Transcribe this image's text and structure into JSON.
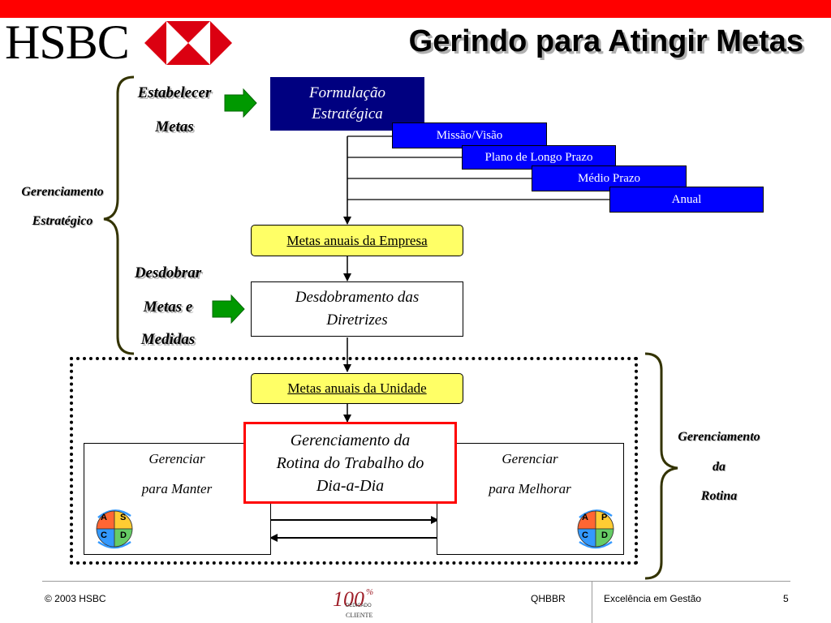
{
  "header": {
    "logo_text": "HSBC",
    "title": "Gerindo para Atingir Metas"
  },
  "left_labels": {
    "estabelecer_line1": "Estabelecer",
    "estabelecer_line2": "Metas",
    "gerenciamento_line1": "Gerenciamento",
    "gerenciamento_line2": "Estratégico",
    "desdobrar_line1": "Desdobrar",
    "desdobrar_line2": "Metas e",
    "desdobrar_line3": "Medidas"
  },
  "right_labels": {
    "line1": "Gerenciamento",
    "line2": "da",
    "line3": "Rotina"
  },
  "boxes": {
    "formulacao_line1": "Formulação",
    "formulacao_line2": "Estratégica",
    "missao": "Missão/Visão",
    "plano": "Plano de Longo Prazo",
    "medio": "Médio Prazo",
    "anual": "Anual",
    "metas_empresa": "Metas anuais da Empresa",
    "desdobramento_line1": "Desdobramento das",
    "desdobramento_line2": "Diretrizes",
    "metas_unidade": "Metas anuais da Unidade",
    "rotina_line1": "Gerenciamento da",
    "rotina_line2": "Rotina do Trabalho do",
    "rotina_line3": "Dia-a-Dia",
    "manter_line1": "Gerenciar",
    "manter_line2": "para Manter",
    "melhorar_line1": "Gerenciar",
    "melhorar_line2": "para Melhorar"
  },
  "cycle_left": {
    "tl": "A",
    "tr": "S",
    "bl": "C",
    "br": "D"
  },
  "cycle_right": {
    "tl": "A",
    "tr": "P",
    "bl": "C",
    "br": "D"
  },
  "footer": {
    "copyright": "© 2003 HSBC",
    "badge_number": "100",
    "badge_pct": "%",
    "badge_word1": "DEDICADO",
    "badge_word2": "CLIENTE",
    "code": "QHBBR",
    "section": "Excelência em Gestão",
    "page": "5"
  },
  "colors": {
    "brand_red": "#ff0000",
    "navy": "#000080",
    "blue": "#0000ff",
    "yellow": "#ffff66",
    "green_arrow": "#008000",
    "brace": "#333300"
  }
}
